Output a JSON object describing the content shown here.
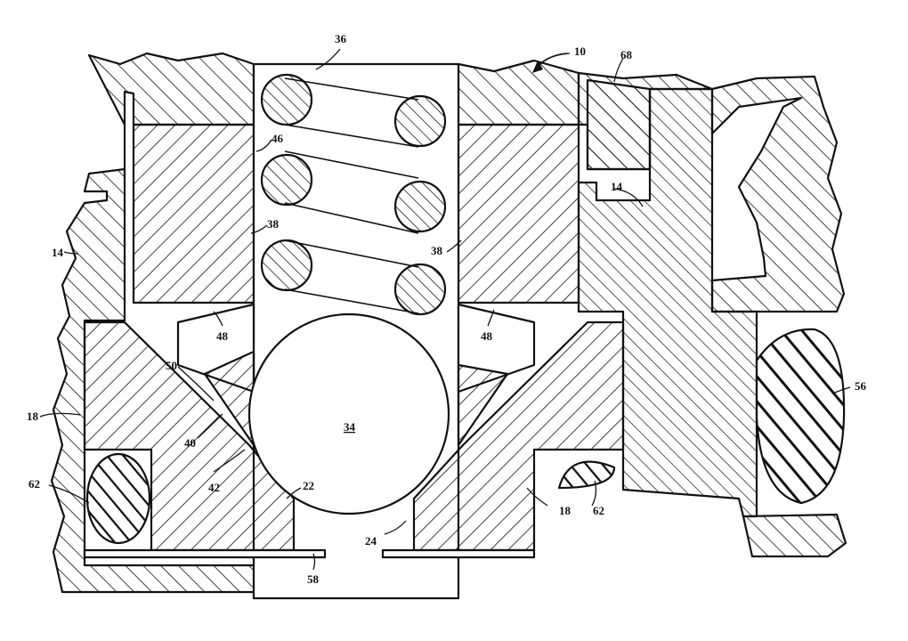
{
  "figure": {
    "labels": {
      "assembly": "10",
      "spring": "36",
      "ball": "34",
      "guide_left": "38",
      "guide_right": "38",
      "spring_seat": "46",
      "cone_left": "48",
      "cone_right": "48",
      "line_50": "50",
      "line_40": "40",
      "line_42": "42",
      "seat_edge": "22",
      "seat_lower": "24",
      "housing_left": "14",
      "housing_right": "14",
      "body_left": "18",
      "body_right": "18",
      "plate": "58",
      "oring_left": "62",
      "oring_right": "62",
      "large_seal": "56",
      "top_ring": "68"
    },
    "colors": {
      "ink": "#111111",
      "paper": "#ffffff"
    }
  }
}
